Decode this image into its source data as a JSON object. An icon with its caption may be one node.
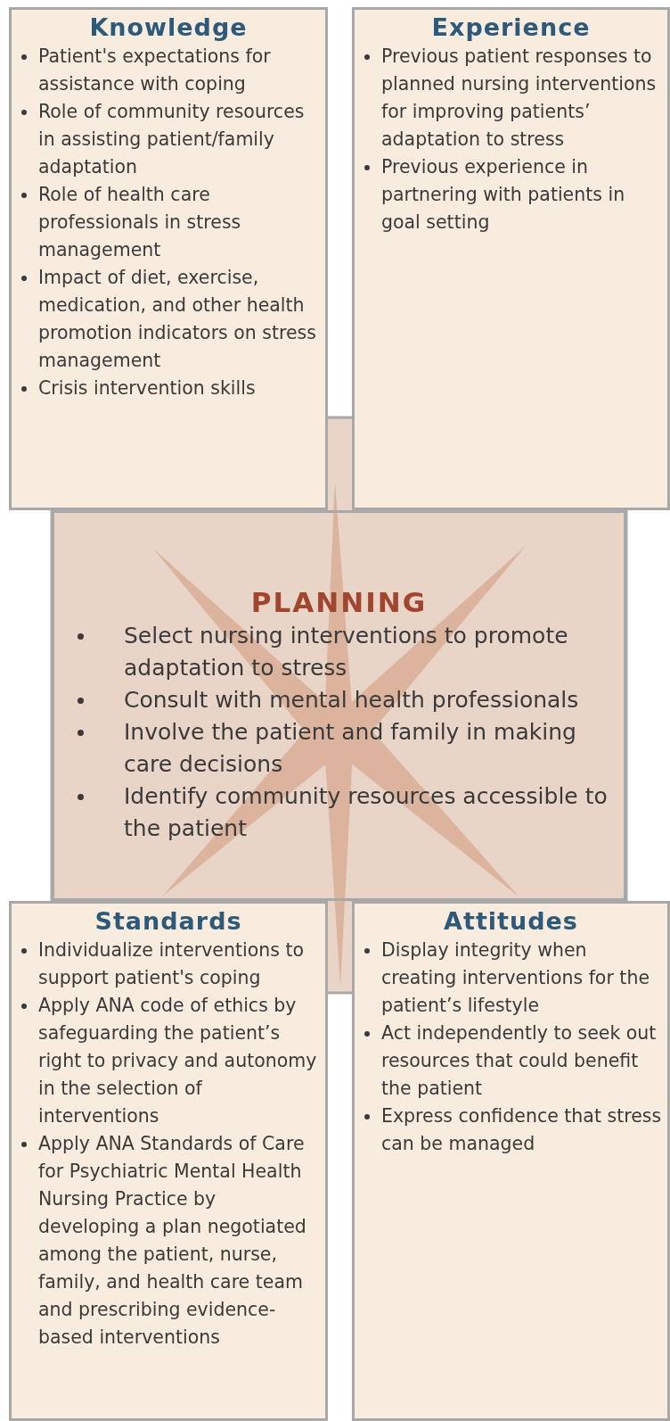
{
  "diagram": {
    "nodes": [
      {
        "text": [
          "Knowledge",
          "Patient's expectations for assistance with coping",
          "Role of community resources in assisting patient/family adaptation",
          "Role of health care professionals in stress management",
          "Impact of diet, exercise, medication, and other health promotion indicators on stress management",
          "Crisis intervention skills"
        ]
      },
      {
        "text": [
          "Experience",
          "Previous patient responses to planned nursing interventions for improving patients’ adaptation to stress",
          "Previous experience in partnering with patients in goal setting"
        ]
      },
      {
        "text": [
          "PLANNING",
          "Select nursing interventions to promote adaptation to stress",
          "Consult with mental health professionals",
          "Involve the patient and family  in making care decisions",
          "Identify community resources accessible to the patient"
        ]
      },
      {
        "text": [
          "Standards",
          "Individualize interventions to support patient's coping",
          "Apply ANA code of ethics by safeguarding the patient’s right to privacy and autonomy in the selection of interventions",
          "Apply ANA Standards of Care for Psychiatric Mental Health Nursing Practice by developing a plan negotiated among the patient, nurse, family, and health care team and prescribing evidence-based interventions"
        ]
      },
      {
        "text": [
          "Attitudes",
          "Display integrity when creating interventions for the patient’s lifestyle",
          "Act independently to seek out resources that could benefit the patient",
          "Express confidence that stress can be managed"
        ]
      }
    ],
    "edges": []
  }
}
